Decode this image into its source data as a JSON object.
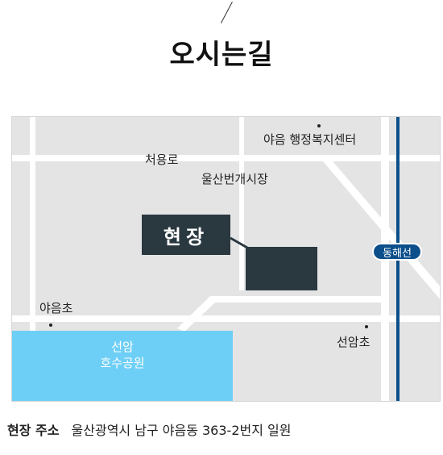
{
  "page": {
    "title": "오시는길"
  },
  "map": {
    "site_label": "현장",
    "labels": {
      "yaeum_office": "야음 행정복지센터",
      "cheoyong_ro": "처용로",
      "ulsan_market": "울산번개시장",
      "yaeumcho": "야음초",
      "seonamcho": "선암초",
      "park_line1": "선암",
      "park_line2": "호수공원"
    },
    "metro_line": "동해선",
    "colors": {
      "site": "#2a3840",
      "park": "#6ecff6",
      "metro": "#0d4f8b",
      "road": "#ffffff",
      "ground": "#e4e4e4"
    }
  },
  "address": {
    "label": "현장 주소",
    "value": "울산광역시 남구 야음동 363-2번지 일원"
  }
}
